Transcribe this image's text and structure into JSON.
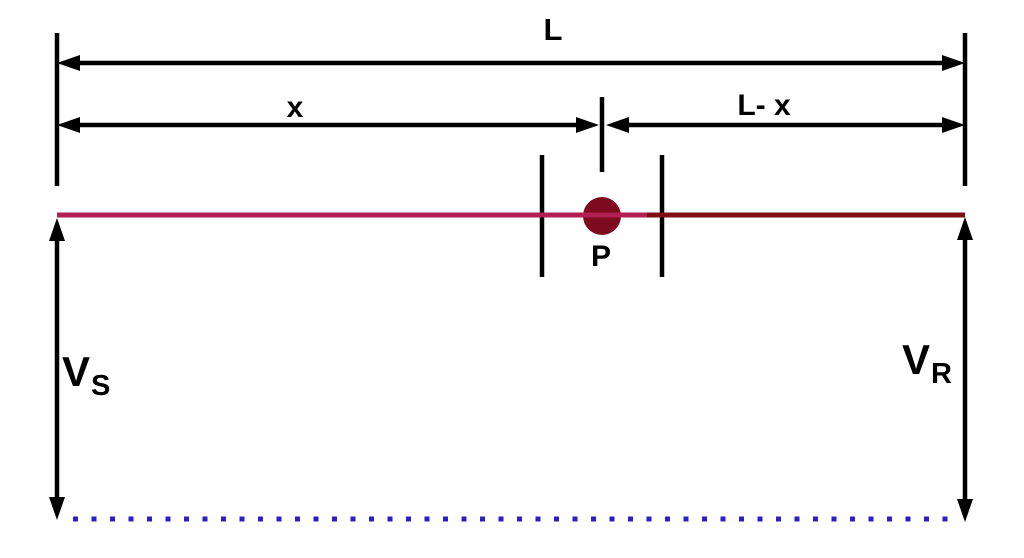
{
  "diagram": {
    "labels": {
      "total_length": "L",
      "distance_to_fault": "x",
      "remaining_distance": "L- x",
      "fault_point": "P",
      "sending_voltage_main": "V",
      "sending_voltage_sub": "S",
      "receiving_voltage_main": "V",
      "receiving_voltage_sub": "R"
    },
    "colors": {
      "ink": "#000000",
      "line_sending_segment": "#b01e52",
      "line_receiving_segment": "#7e0e14",
      "fault_dot": "#7d0a1e",
      "ground_dotted": "#2b1fc8"
    }
  }
}
